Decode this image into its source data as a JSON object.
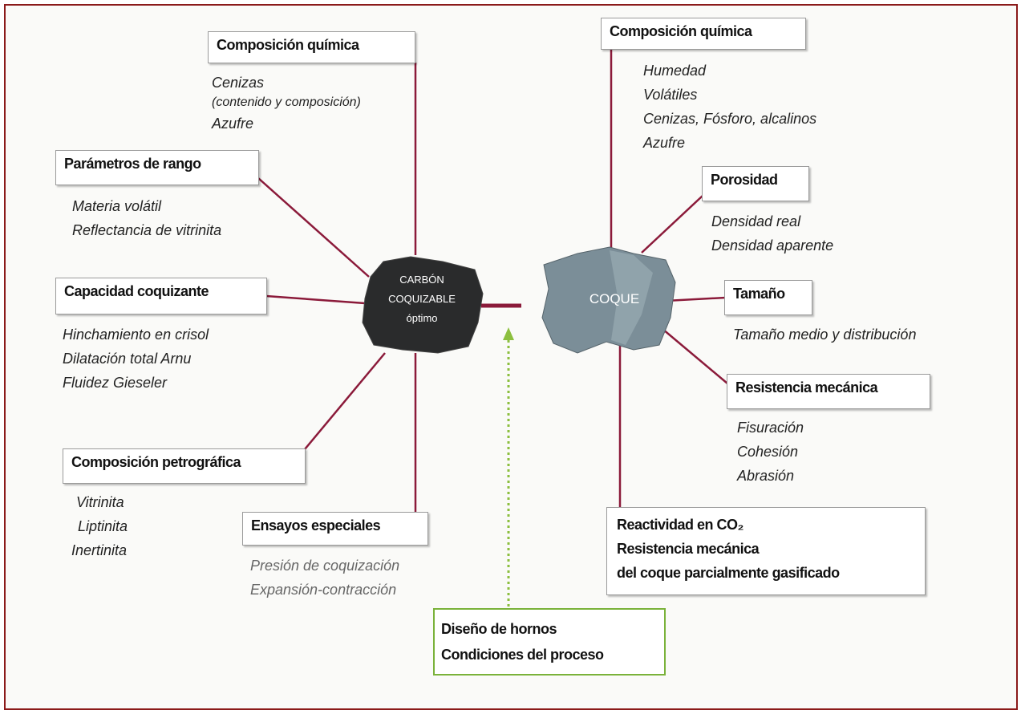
{
  "coal": {
    "label_lines": [
      "CARBÓN",
      "COQUIZABLE",
      "óptimo"
    ]
  },
  "coke": {
    "label": "COQUE"
  },
  "left": {
    "chem": {
      "title": "Composición química",
      "items": [
        "Cenizas",
        "(contenido y composición)",
        "Azufre"
      ]
    },
    "rank": {
      "title": "Parámetros de rango",
      "items": [
        "Materia volátil",
        "Reflectancia de vitrinita"
      ]
    },
    "coking": {
      "title": "Capacidad coquizante",
      "items": [
        "Hinchamiento en crisol",
        "Dilatación total Arnu",
        "Fluidez Gieseler"
      ]
    },
    "petro": {
      "title": "Composición petrográfica",
      "items": [
        "Vitrinita",
        "Liptinita",
        "Inertinita"
      ]
    },
    "special": {
      "title": "Ensayos especiales",
      "items": [
        "Presión de coquización",
        "Expansión-contracción"
      ]
    }
  },
  "right": {
    "chem": {
      "title": "Composición química",
      "items": [
        "Humedad",
        "Volátiles",
        "Cenizas, Fósforo, alcalinos",
        "Azufre"
      ]
    },
    "porosity": {
      "title": "Porosidad",
      "items": [
        "Densidad real",
        "Densidad aparente"
      ]
    },
    "size": {
      "title": "Tamaño",
      "items": [
        "Tamaño medio y distribución"
      ]
    },
    "mech": {
      "title": "Resistencia mecánica",
      "items": [
        "Fisuración",
        "Cohesión",
        "Abrasión"
      ]
    },
    "react": {
      "lines": [
        "Reactividad en CO₂",
        "Resistencia mecánica",
        "del coque parcialmente gasificado"
      ]
    }
  },
  "bottom": {
    "lines": [
      "Diseño de hornos",
      "Condiciones del proceso"
    ]
  },
  "colors": {
    "frame": "#8b1a1a",
    "connector": "#8b1a3a",
    "dotted": "#8cbf3f",
    "coal": "#222222",
    "coke": "#7a8c95"
  }
}
